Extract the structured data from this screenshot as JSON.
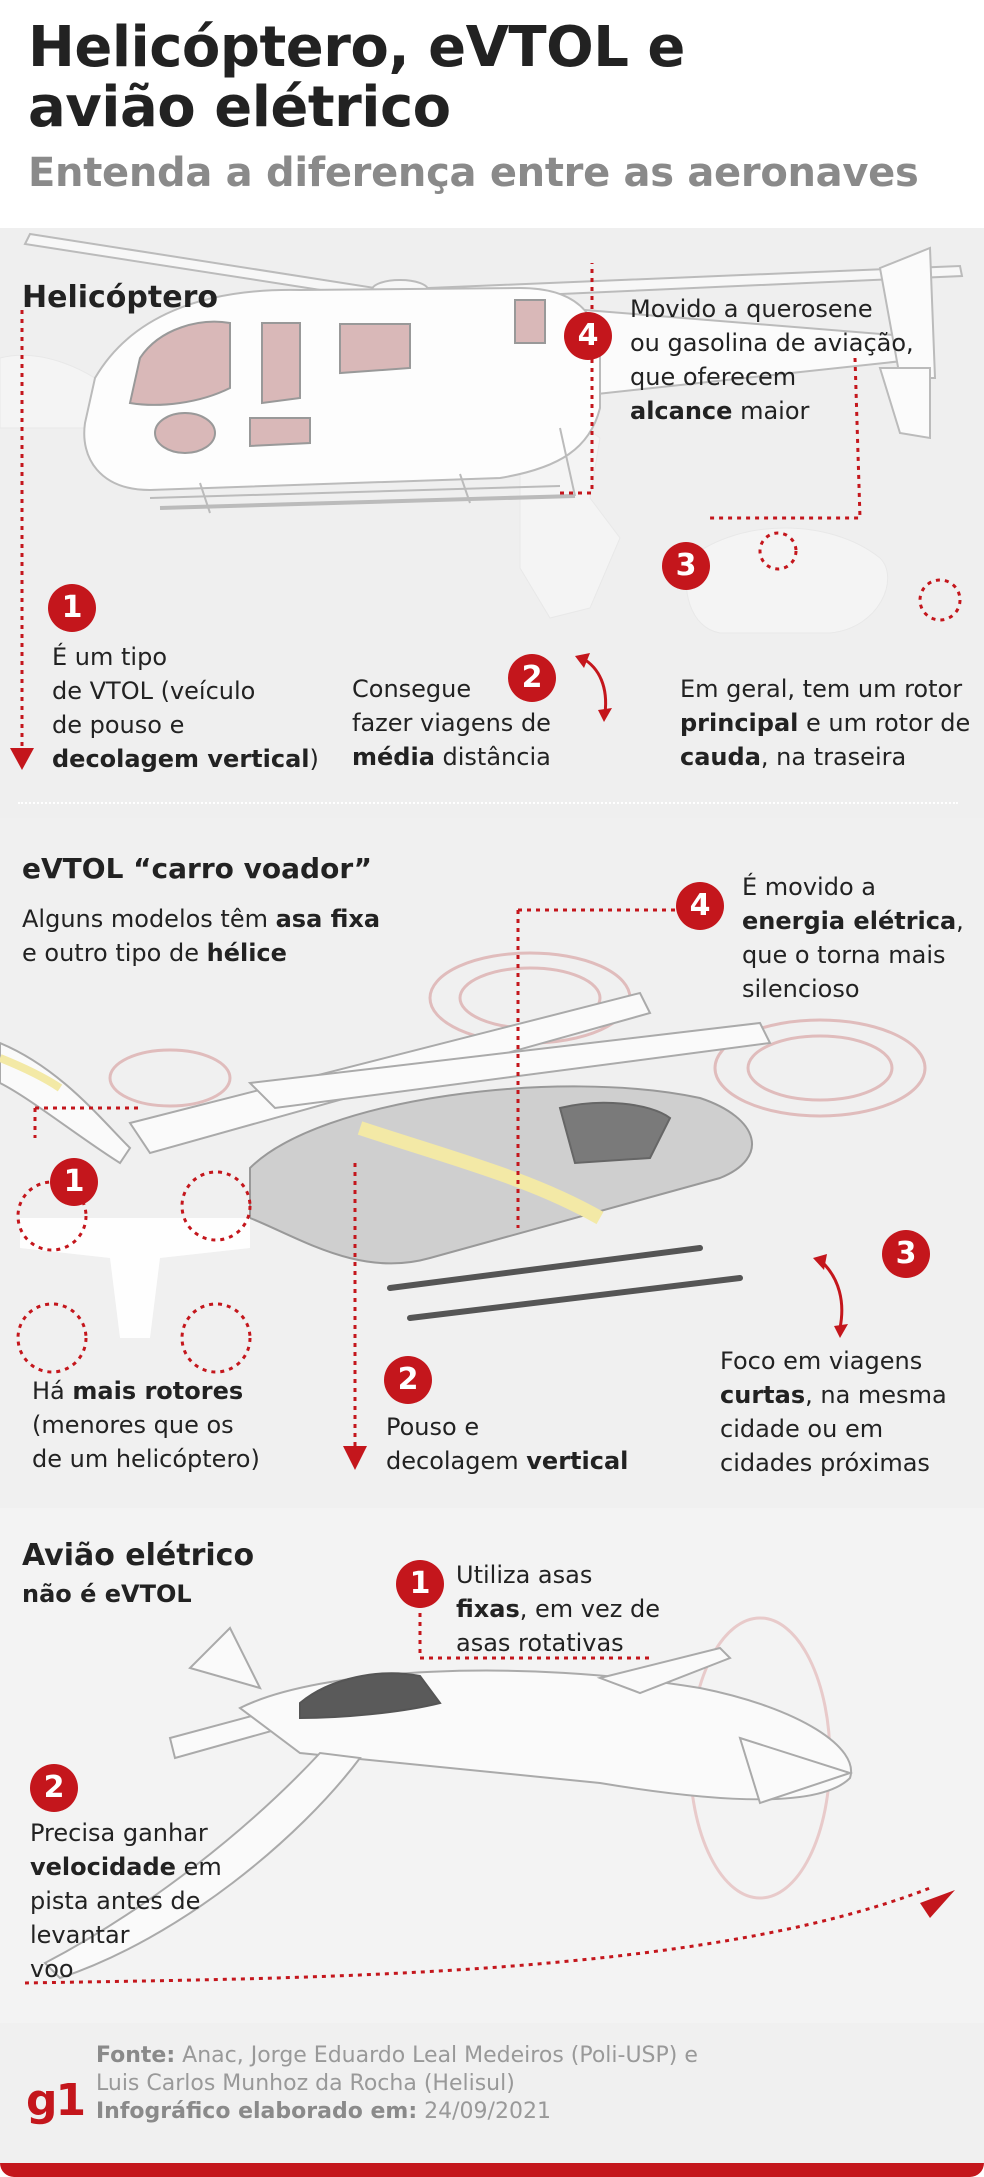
{
  "header": {
    "title_line1": "Helicóptero, eVTOL e",
    "title_line2": "avião elétrico",
    "subtitle": "Entenda a diferença entre as aeronaves"
  },
  "helicopter": {
    "heading": "Helicóptero",
    "points": [
      {
        "n": "1",
        "pre1": "É um tipo",
        "pre2": "de  VTOL (veículo",
        "pre3": "de pouso e",
        "bold": "decolagem vertical",
        "post": ")"
      },
      {
        "n": "2",
        "line1": "Consegue",
        "line2": "fazer viagens de",
        "bold": "média",
        "post": " distância"
      },
      {
        "n": "3",
        "line1": "Em geral, tem um rotor",
        "bold1": "principal",
        "mid": " e um rotor de",
        "bold2": "cauda",
        "post": ", na traseira"
      },
      {
        "n": "4",
        "line1": "Movido a querosene",
        "line2": "ou gasolina de aviação,",
        "line3": "que oferecem",
        "bold": "alcance",
        "post": "  maior"
      }
    ]
  },
  "evtol": {
    "heading_plain": "eVTOL ",
    "heading_bold": "“carro voador”",
    "intro_pre": "Alguns modelos têm ",
    "intro_bold1": "asa fixa",
    "intro_mid": "e outro tipo de ",
    "intro_bold2": "hélice",
    "points": [
      {
        "n": "1",
        "pre": "Há ",
        "bold": "mais rotores",
        "line2": "(menores que os",
        "line3": "de um helicóptero)"
      },
      {
        "n": "2",
        "line1": "Pouso e",
        "pre": "decolagem ",
        "bold": "vertical"
      },
      {
        "n": "3",
        "line1": "Foco em viagens",
        "bold": "curtas",
        "post": ", na mesma",
        "line3": "cidade ou em",
        "line4": "cidades próximas"
      },
      {
        "n": "4",
        "line1": "É movido a",
        "bold": "energia elétrica",
        "post": ",",
        "line3": "que o torna mais",
        "line4": "silencioso"
      }
    ]
  },
  "plane": {
    "heading": "Avião elétrico",
    "sub": "não é eVTOL",
    "points": [
      {
        "n": "1",
        "line1": "Utiliza asas",
        "bold": "fixas",
        "post": ", em vez de",
        "line3": "asas rotativas"
      },
      {
        "n": "2",
        "line1": "Precisa ganhar",
        "bold": "velocidade",
        "post": " em",
        "line3": "pista antes de",
        "line4": "levantar",
        "line5": "voo"
      }
    ]
  },
  "footer": {
    "fonte_label": "Fonte:",
    "fonte_text": " Anac, Jorge Eduardo Leal Medeiros (Poli-USP) e",
    "fonte_line2": "Luis Carlos Munhoz da Rocha (Helisul)",
    "info_label": "Infográfico elaborado em:",
    "info_date": " 24/09/2021",
    "logo": "g1"
  },
  "colors": {
    "accent": "#c4161c",
    "title": "#222222",
    "subtitle": "#8a8a8a",
    "highlight": "#f3e9a6"
  }
}
